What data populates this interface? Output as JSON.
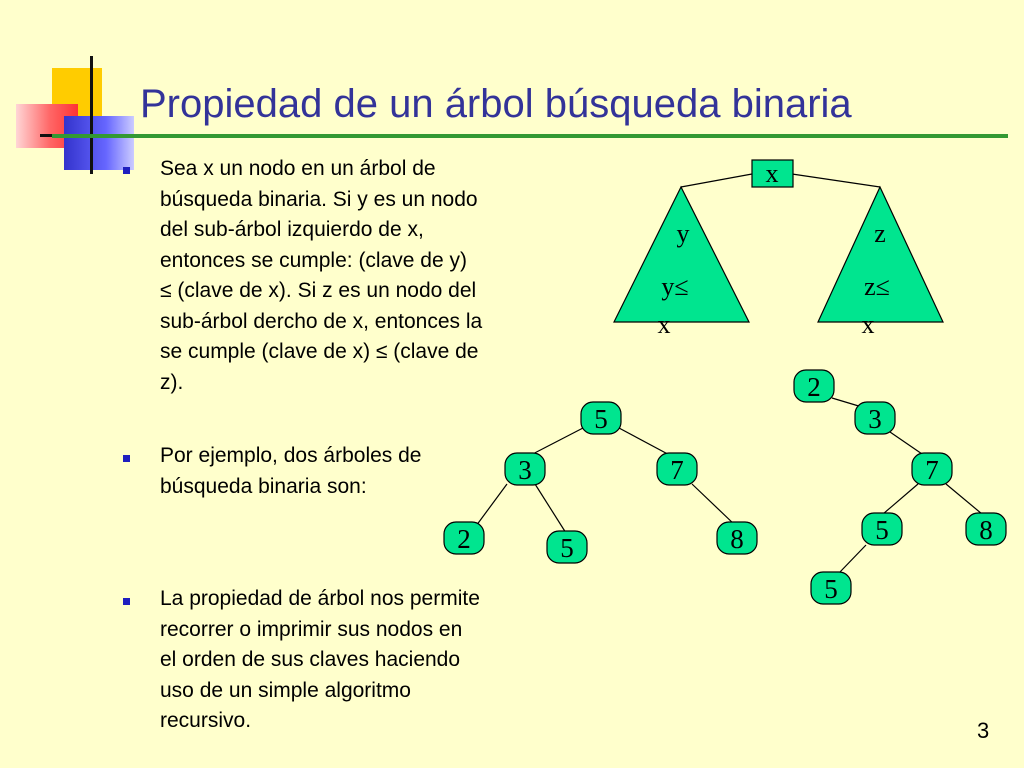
{
  "slide": {
    "title": "Propiedad de un árbol búsqueda binaria",
    "page_number": "3",
    "colors": {
      "background": "#FFFFCC",
      "title": "#333399",
      "rule": "#339933",
      "node_fill": "#00E58F",
      "bullet": "#1F1FBF"
    }
  },
  "bullets": [
    {
      "lines": [
        "Sea x un nodo en un árbol de",
        "búsqueda binaria. Si y es un nodo",
        "del sub-árbol izquierdo de x,",
        "entonces se cumple: (clave de y)",
        "≤ (clave de x). Si z es un nodo del",
        "sub-árbol dercho de x, entonces la",
        "se cumple (clave de x) ≤ (clave de",
        "z)."
      ]
    },
    {
      "lines": [
        "Por ejemplo, dos árboles de",
        "búsqueda binaria son:"
      ]
    },
    {
      "lines": [
        "La propiedad de árbol nos permite",
        "recorrer o imprimir sus nodos en",
        "el orden de sus claves haciendo",
        "uso de un simple algoritmo",
        "recursivo."
      ]
    }
  ],
  "generic_tree": {
    "root": "x",
    "left": {
      "label": "y",
      "condition_line1": "y≤",
      "condition_line2": "x"
    },
    "right": {
      "label": "z",
      "condition_line1": "z≤",
      "condition_line2": "x"
    }
  },
  "tree1": {
    "nodes": {
      "root": "5",
      "left": "3",
      "right": "7",
      "left_left": "2",
      "left_right": "5",
      "right_right": "8"
    }
  },
  "tree2": {
    "nodes": {
      "n1": "2",
      "n2": "3",
      "n3": "7",
      "n4": "5",
      "n5": "8",
      "n6": "5"
    }
  }
}
